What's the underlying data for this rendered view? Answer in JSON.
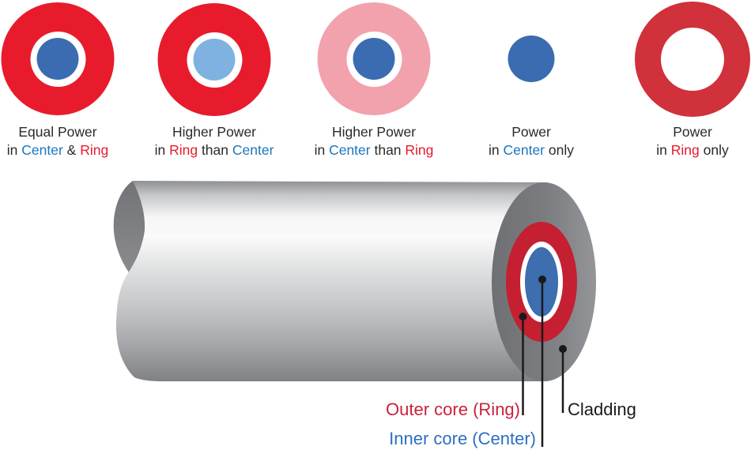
{
  "title": "Ring core fiber power distribution diagram",
  "colors": {
    "bright_red": "#E81B2D",
    "muted_red": "#D0313B",
    "pink": "#F2A2AD",
    "blue": "#3B6CB1",
    "light_blue": "#7FB2E0",
    "text_dark": "#2B2A2A",
    "text_blue": "#1C75BC",
    "text_red": "#E8192D",
    "label_red": "#C8223C",
    "label_blue": "#2D6FC1",
    "label_black": "#1A1A1A",
    "cladding_gray": "#7B7C7F",
    "face_red": "#C42032",
    "face_blue": "#3C6EB0",
    "pointer_black": "#1A1A1A"
  },
  "legend": [
    {
      "id": "equal-power",
      "variant": "ring-center",
      "ring_color": "#E81B2D",
      "center_color": "#3B6CB1",
      "caption_line1": "Equal Power",
      "caption_line2": [
        {
          "text": "in ",
          "color": "#2B2A2A"
        },
        {
          "text": "Center",
          "color": "#1C75BC"
        },
        {
          "text": " & ",
          "color": "#2B2A2A"
        },
        {
          "text": "Ring",
          "color": "#E8192D"
        }
      ]
    },
    {
      "id": "higher-ring",
      "variant": "ring-center",
      "ring_color": "#E81B2D",
      "center_color": "#7FB2E0",
      "caption_line1": "Higher Power",
      "caption_line2": [
        {
          "text": "in ",
          "color": "#2B2A2A"
        },
        {
          "text": "Ring",
          "color": "#E8192D"
        },
        {
          "text": " than ",
          "color": "#2B2A2A"
        },
        {
          "text": "Center",
          "color": "#1C75BC"
        }
      ]
    },
    {
      "id": "higher-center",
      "variant": "ring-center",
      "ring_color": "#F2A2AD",
      "center_color": "#3B6CB1",
      "caption_line1": "Higher Power",
      "caption_line2": [
        {
          "text": "in ",
          "color": "#2B2A2A"
        },
        {
          "text": "Center",
          "color": "#1C75BC"
        },
        {
          "text": " than ",
          "color": "#2B2A2A"
        },
        {
          "text": "Ring",
          "color": "#E8192D"
        }
      ]
    },
    {
      "id": "center-only",
      "variant": "center-only",
      "center_color": "#3B6CB1",
      "caption_line1": "Power",
      "caption_line2": [
        {
          "text": "in ",
          "color": "#2B2A2A"
        },
        {
          "text": "Center",
          "color": "#1C75BC"
        },
        {
          "text": " only",
          "color": "#2B2A2A"
        }
      ]
    },
    {
      "id": "ring-only",
      "variant": "ring-only",
      "ring_color": "#D0313B",
      "caption_line1": "Power",
      "caption_line2": [
        {
          "text": "in ",
          "color": "#2B2A2A"
        },
        {
          "text": "Ring",
          "color": "#E8192D"
        },
        {
          "text": " only",
          "color": "#2B2A2A"
        }
      ]
    }
  ],
  "fiber": {
    "labels": {
      "outer_core": "Outer core (Ring)",
      "inner_core": "Inner core (Center)",
      "cladding": "Cladding"
    }
  }
}
